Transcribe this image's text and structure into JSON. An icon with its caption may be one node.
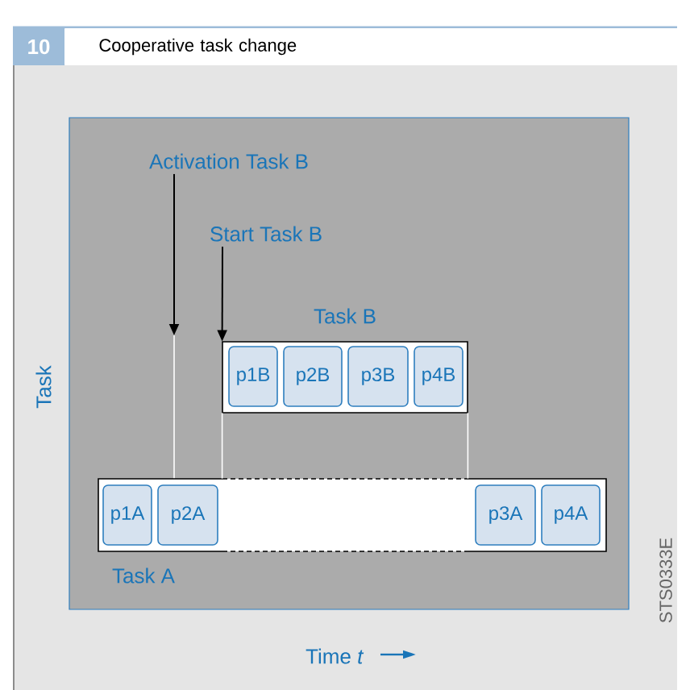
{
  "diagram": {
    "title": "Cooperative task change",
    "nodes": [
      {
        "text": [
          "Activation Task B"
        ]
      },
      {
        "text": [
          "Start Task B"
        ]
      },
      {
        "text": [
          "Task B"
        ]
      },
      {
        "text": [
          "p1B"
        ],
        "in": 2
      },
      {
        "text": [
          "p2B"
        ],
        "in": 2
      },
      {
        "text": [
          "p3B"
        ],
        "in": 2
      },
      {
        "text": [
          "p4B"
        ],
        "in": 2
      },
      {
        "text": [
          "Task A"
        ]
      },
      {
        "text": [
          "p1A"
        ],
        "in": 7
      },
      {
        "text": [
          "p2A"
        ],
        "in": 7
      },
      {
        "text": [
          "p3A"
        ],
        "in": 7
      },
      {
        "text": [
          "p4A"
        ],
        "in": 7
      }
    ],
    "edges": [
      {
        "from": 0,
        "to": null,
        "arrow": "to"
      },
      {
        "from": 1,
        "to": 2,
        "arrow": "to"
      },
      {
        "from": 2,
        "to": 7,
        "arrow": "none",
        "color": "#ffffff"
      },
      {
        "from": 2,
        "to": 7,
        "arrow": "none",
        "color": "#ffffff"
      }
    ],
    "labels": [
      "10",
      "Task",
      "Time *t*",
      "STS0333E"
    ]
  }
}
